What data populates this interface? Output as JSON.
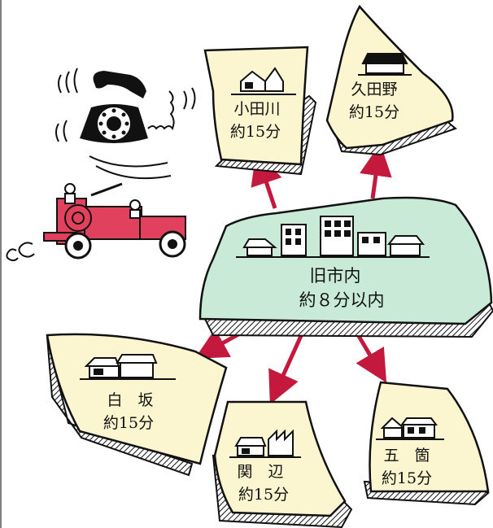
{
  "colors": {
    "region_fill": "#fbf6cf",
    "center_fill": "#c9ead7",
    "arrow": "#c4183c",
    "truck_red": "#e2415e",
    "ink": "#111111"
  },
  "center": {
    "name": "旧市内",
    "time": "約８分以内"
  },
  "regions": [
    {
      "name": "小田川",
      "time": "約15分"
    },
    {
      "name": "久田野",
      "time": "約15分"
    },
    {
      "name": "白　坂",
      "time": "約15分"
    },
    {
      "name": "関　辺",
      "time": "約15分"
    },
    {
      "name": "五　箇",
      "time": "約15分"
    }
  ],
  "icons": [
    "telephone-icon",
    "fire-engine-icon",
    "house-icon",
    "factory-icon",
    "building-icon"
  ]
}
